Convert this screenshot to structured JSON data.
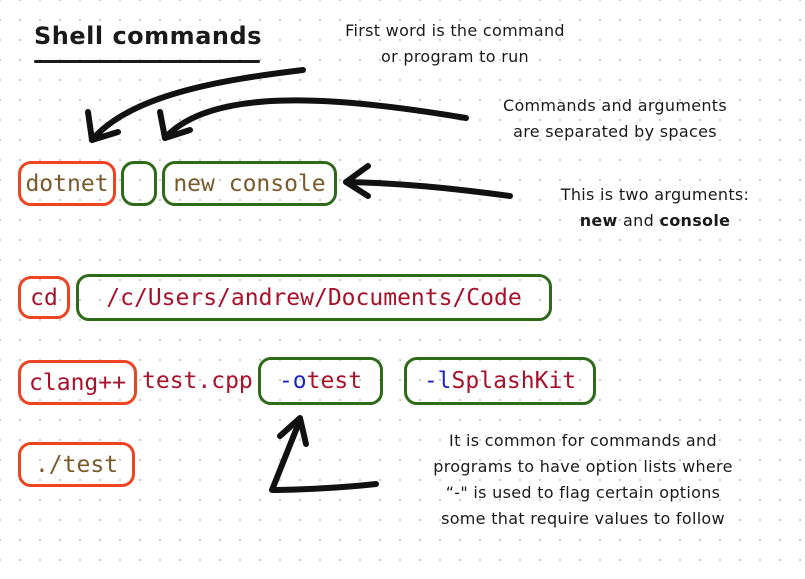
{
  "title": "Shell commands",
  "notes": {
    "first_word_line1": "First word is the command",
    "first_word_line2": "or program to run",
    "separated_line1": "Commands and arguments",
    "separated_line2": "are separated by spaces",
    "two_args_line1": "This is two arguments:",
    "two_args_new": "new",
    "two_args_and": " and ",
    "two_args_console": "console",
    "options_line1": "It is common for commands and",
    "options_line2": "programs to have option lists where",
    "options_line3": "“-\" is used to flag certain options",
    "options_line4": "some that require values to follow"
  },
  "commands": {
    "dotnet": "dotnet",
    "new_console": "new console",
    "cd": "cd",
    "path": "/c/Users/andrew/Documents/Code",
    "clang": "clang++",
    "test_cpp": "test.cpp",
    "opt_o": "-o",
    "opt_o_value": " test",
    "opt_l": "-l",
    "opt_l_value": " SplashKit",
    "run_test": "./test"
  },
  "colors": {
    "command_border": "#ee4422",
    "argument_border": "#2f6a18",
    "command_text": "#7a5a2a",
    "argument_text": "#a8112a",
    "option_flag_text": "#1a24c8"
  }
}
